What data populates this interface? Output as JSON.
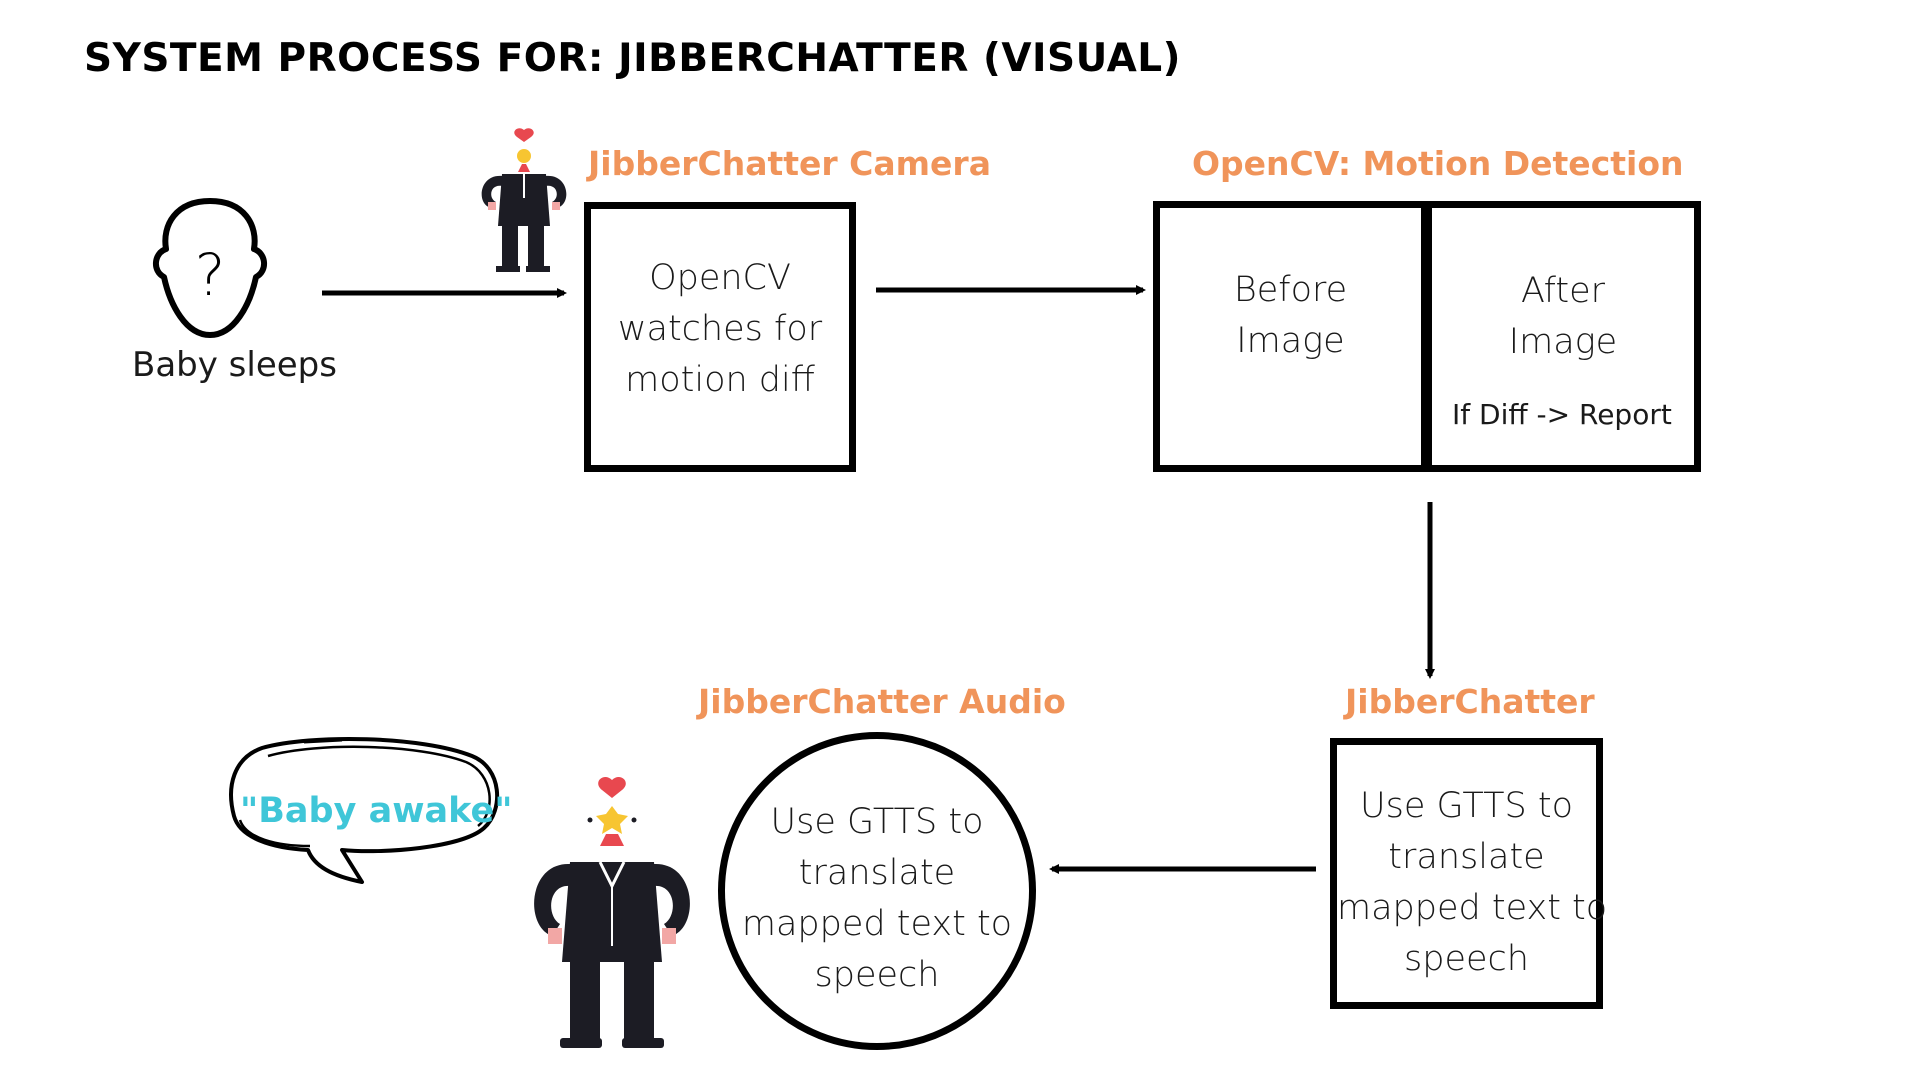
{
  "title": "SYSTEM PROCESS FOR: JIBBERCHATTER (VISUAL)",
  "baby": {
    "label": "Baby sleeps",
    "icon": "baby-head-question-icon",
    "glyph": "?"
  },
  "camera": {
    "heading": "JibberChatter Camera",
    "line1": "OpenCV",
    "line2": "watches for",
    "line3": "motion diff"
  },
  "motion": {
    "heading": "OpenCV: Motion Detection",
    "before_line1": "Before",
    "before_line2": "Image",
    "after_line1": "After",
    "after_line2": "Image",
    "note": "If Diff -> Report"
  },
  "jibberchatter": {
    "heading": "JibberChatter",
    "line1": "Use GTTS to",
    "line2": "translate",
    "line3": "mapped text to",
    "line4": "speech"
  },
  "audio": {
    "heading": "JibberChatter Audio",
    "line1": "Use GTTS to",
    "line2": "translate",
    "line3": "mapped text to",
    "line4": "speech"
  },
  "speech_bubble": {
    "text": "\"Baby awake\""
  },
  "colors": {
    "accent_orange": "#F0945A",
    "speech_cyan": "#3FC6D8",
    "figure_suit": "#1c1c24",
    "figure_head_yellow": "#F7C531",
    "figure_head_red": "#E8484F",
    "figure_hands_pink": "#F2A7A5"
  },
  "icons": [
    "baby-head-question-icon",
    "robot-figure-icon",
    "speech-bubble-icon"
  ]
}
